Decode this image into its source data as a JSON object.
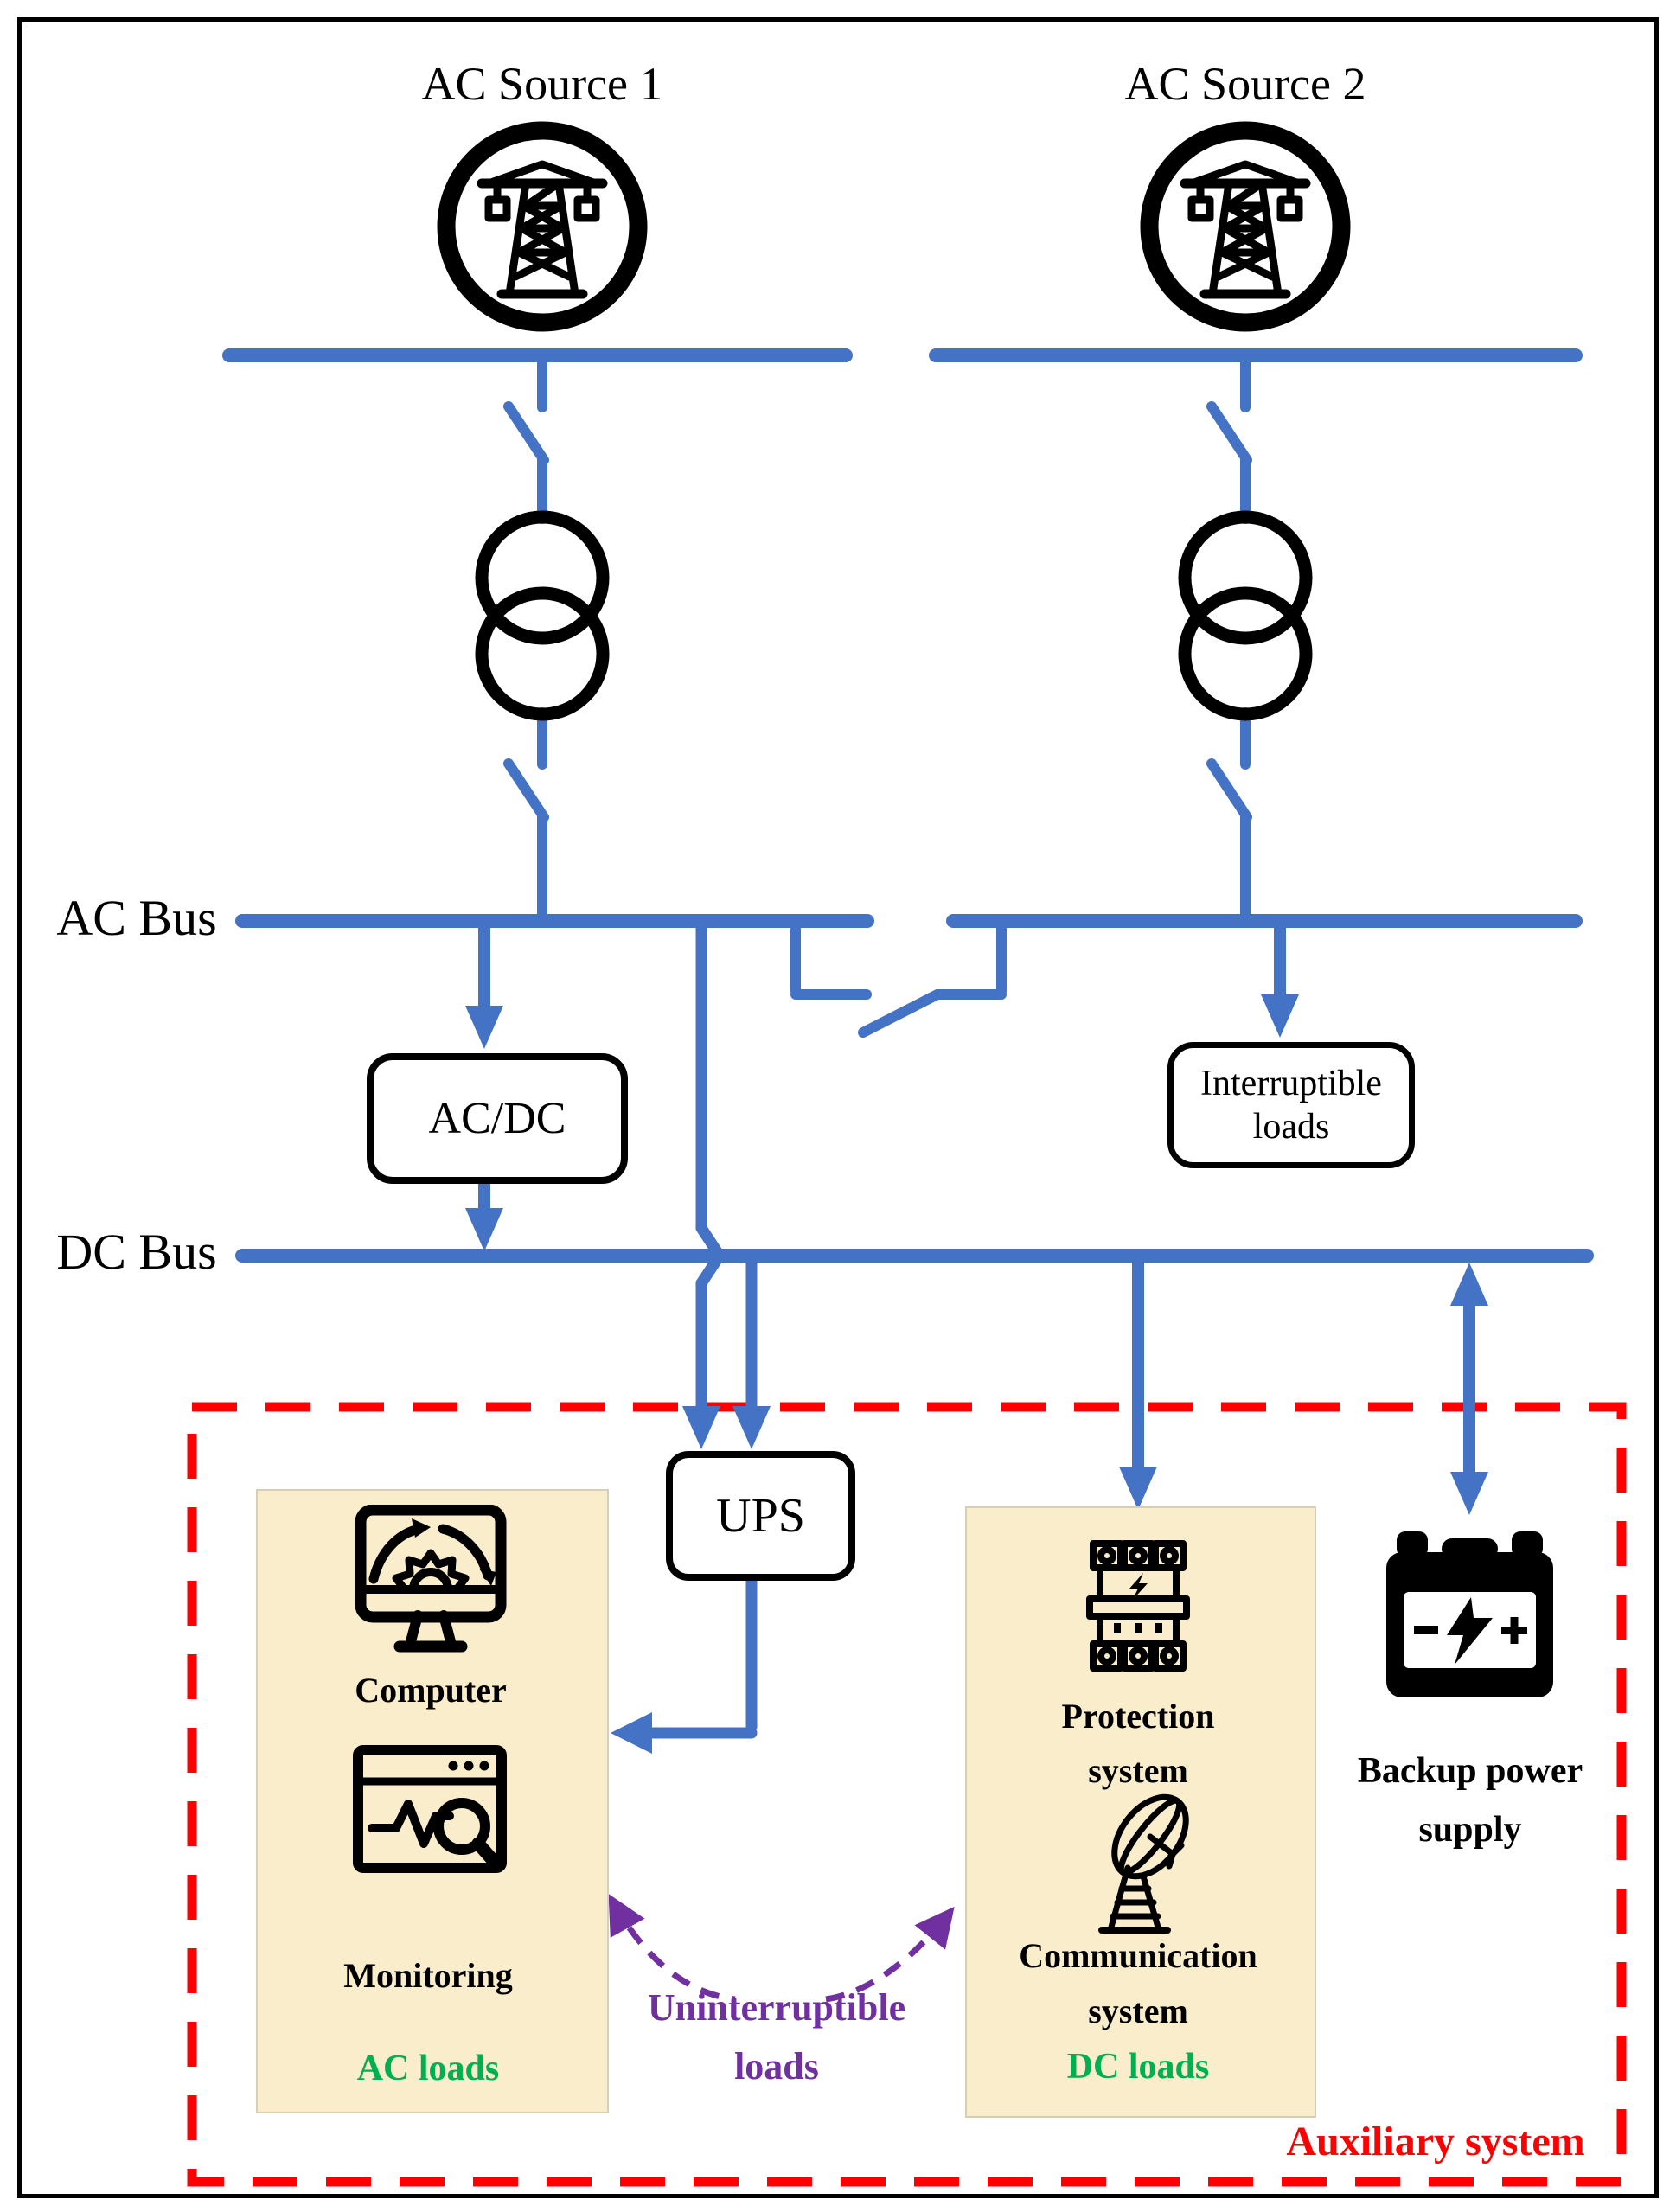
{
  "labels": {
    "source1": "AC Source 1",
    "source2": "AC Source 2",
    "ac_bus": "AC Bus",
    "dc_bus": "DC Bus",
    "acdc": "AC/DC",
    "interruptible_l1": "Interruptible",
    "interruptible_l2": "loads",
    "ups": "UPS",
    "computer": "Computer",
    "monitoring": "Monitoring",
    "ac_loads": "AC loads",
    "protection_l1": "Protection",
    "protection_l2": "system",
    "communication_l1": "Communication",
    "communication_l2": "system",
    "dc_loads": "DC loads",
    "backup_l1": "Backup power",
    "backup_l2": "supply",
    "uninterruptible_l1": "Uninterruptible",
    "uninterruptible_l2": "loads",
    "auxiliary": "Auxiliary system"
  },
  "icons": {
    "source": "transmission-tower-icon",
    "transformer": "transformer-icon",
    "switch": "disconnect-switch-icon",
    "computer": "computer-gear-icon",
    "monitoring": "monitoring-window-icon",
    "protection": "circuit-breaker-icon",
    "communication": "satellite-dish-icon",
    "battery": "battery-icon"
  },
  "colors": {
    "wire_blue": "#4472C4",
    "boundary_red": "#FF0000",
    "loads_green": "#00B050",
    "uninterruptible_purple": "#7030A0",
    "panel_fill": "#FAEDCB",
    "ink_black": "#000000"
  }
}
